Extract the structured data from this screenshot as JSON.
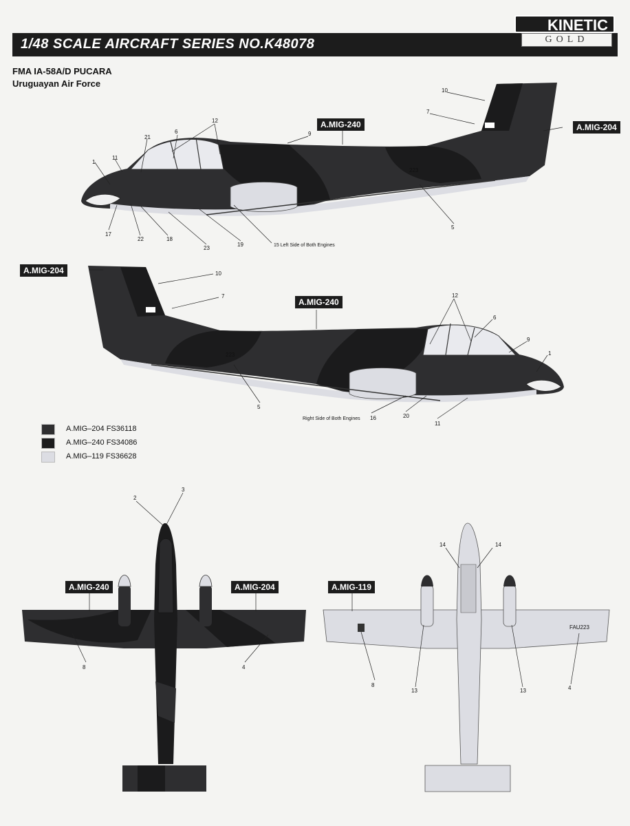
{
  "header": {
    "title": "1/48 SCALE  AIRCRAFT  SERIES NO.K48078",
    "logo_brand": "KINETIC",
    "logo_line": "GOLD"
  },
  "aircraft": {
    "model": "FMA IA-58A/D PUCARA",
    "operator": "Uruguayan Air Force"
  },
  "callouts": {
    "side1_mig240": "A.MIG-240",
    "side1_mig204": "A.MIG-204",
    "side2_mig204": "A.MIG-204",
    "side2_mig240": "A.MIG-240",
    "top_mig240": "A.MIG-240",
    "top_mig204": "A.MIG-204",
    "bottom_mig119": "A.MIG-119"
  },
  "notes": {
    "left_engines": "15 Left Side of Both Engines",
    "right_engines": "Right Side of Both Engines"
  },
  "legend": [
    {
      "label": "A.MIG–204 FS36118",
      "color": "#2e2e30"
    },
    {
      "label": "A.MIG–240 FS34086",
      "color": "#1b1b1c"
    },
    {
      "label": "A.MIG–119  FS36628",
      "color": "#dcdde3"
    }
  ],
  "markings": {
    "serial_side": "223",
    "serial_underwing": "FAU223"
  },
  "colors": {
    "dark_green": "#2e2e30",
    "black_green": "#1b1b1c",
    "light_gray": "#dcdde3"
  }
}
